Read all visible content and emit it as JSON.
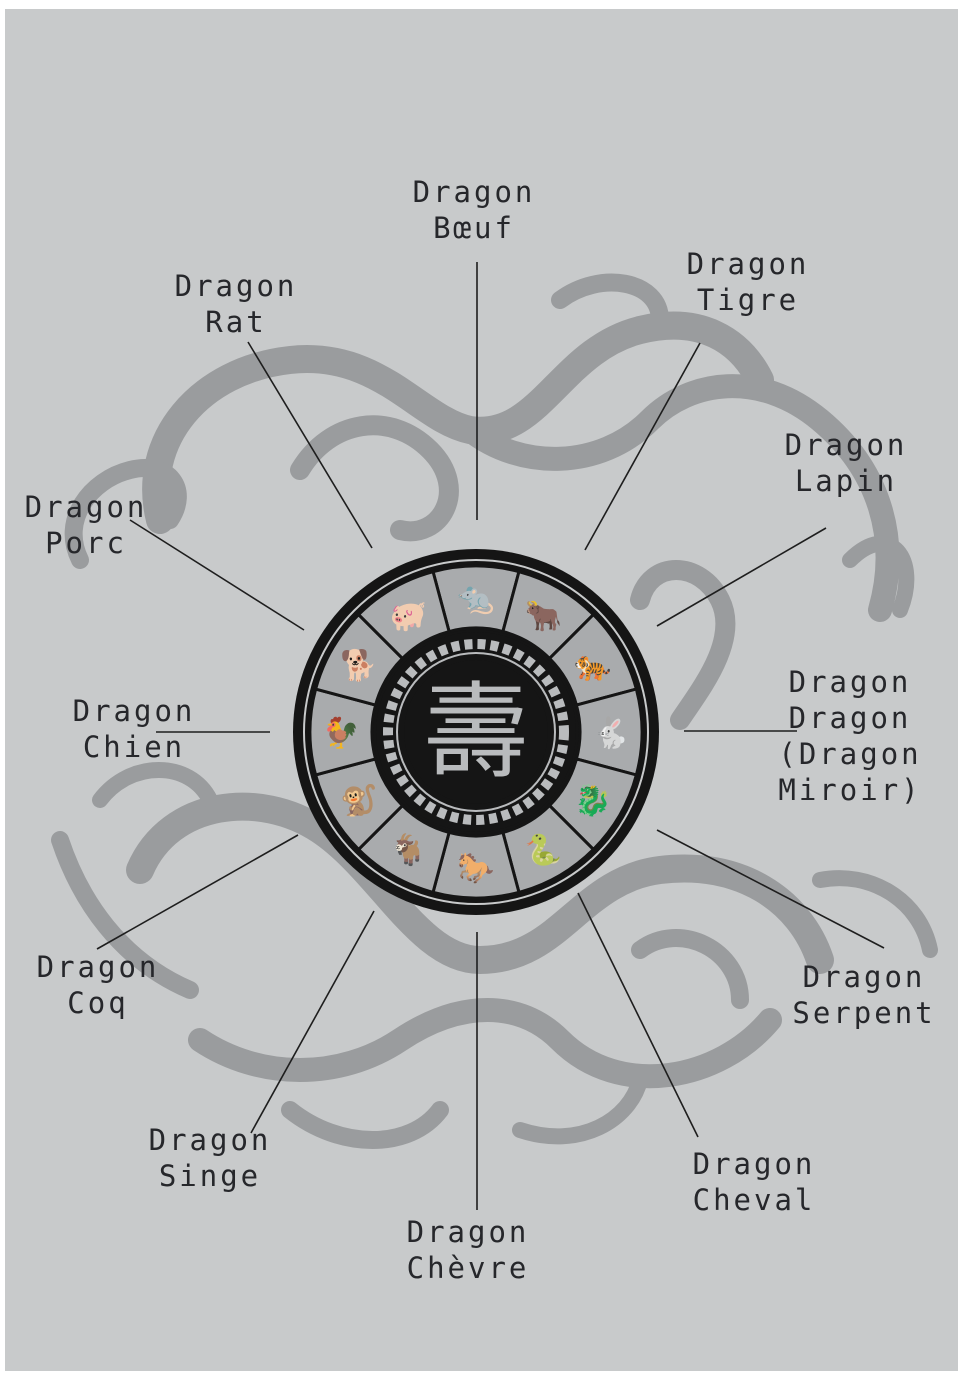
{
  "colors": {
    "background": "#c8cacb",
    "ornament": "#9a9c9e",
    "wheel_dark": "#151515",
    "wheel_sector": "#a9abad",
    "leader_line": "#1e1e1e",
    "text": "#26272b"
  },
  "center": {
    "glyph": "壽"
  },
  "labels": [
    {
      "id": "rat",
      "lines": [
        "Dragon",
        "Rat"
      ]
    },
    {
      "id": "boeuf",
      "lines": [
        "Dragon",
        "Bœuf"
      ]
    },
    {
      "id": "tigre",
      "lines": [
        "Dragon",
        "Tigre"
      ]
    },
    {
      "id": "lapin",
      "lines": [
        "Dragon",
        "Lapin"
      ]
    },
    {
      "id": "dragon",
      "lines": [
        "Dragon",
        "Dragon",
        "(Dragon",
        "Miroir)"
      ]
    },
    {
      "id": "serpent",
      "lines": [
        "Dragon",
        "Serpent"
      ]
    },
    {
      "id": "cheval",
      "lines": [
        "Dragon",
        "Cheval"
      ]
    },
    {
      "id": "chevre",
      "lines": [
        "Dragon",
        "Chèvre"
      ]
    },
    {
      "id": "singe",
      "lines": [
        "Dragon",
        "Singe"
      ]
    },
    {
      "id": "coq",
      "lines": [
        "Dragon",
        "Coq"
      ]
    },
    {
      "id": "chien",
      "lines": [
        "Dragon",
        "Chien"
      ]
    },
    {
      "id": "porc",
      "lines": [
        "Dragon",
        "Porc"
      ]
    }
  ],
  "sector_icons": [
    "rat-icon",
    "ox-icon",
    "tiger-icon",
    "rabbit-icon",
    "dragon-icon",
    "snake-icon",
    "horse-icon",
    "goat-icon",
    "monkey-icon",
    "rooster-icon",
    "dog-icon",
    "pig-icon"
  ]
}
